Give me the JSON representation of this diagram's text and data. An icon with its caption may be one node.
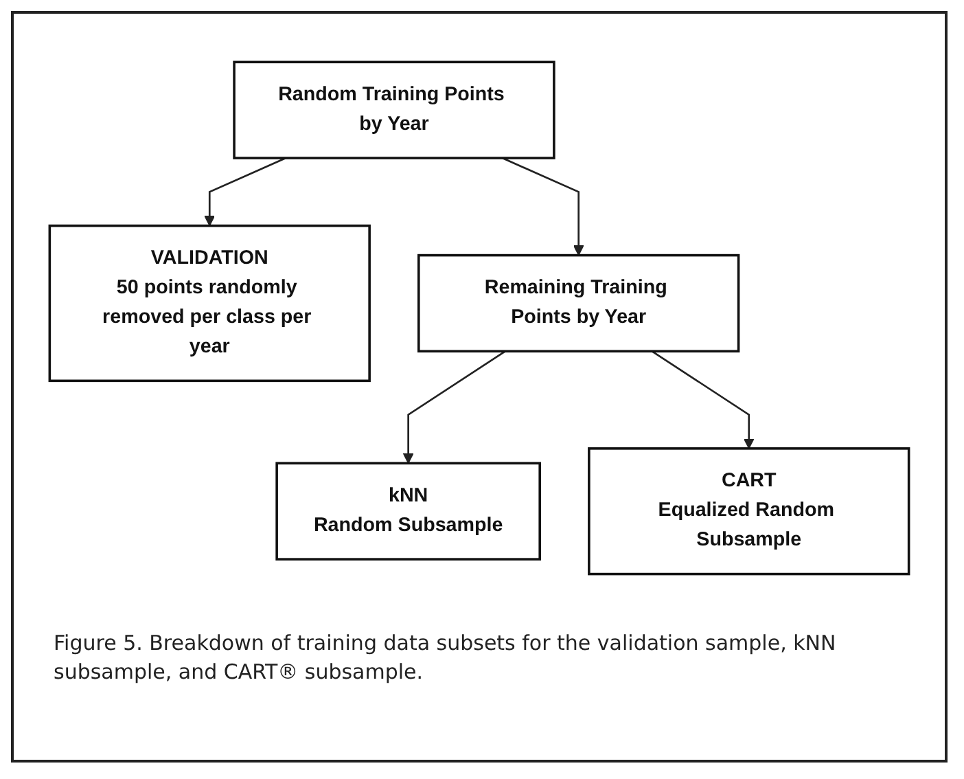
{
  "diagram": {
    "caption": "Figure 5. Breakdown of training data subsets for the validation sample, kNN subsample, and CART® subsample.",
    "nodes": [
      {
        "text": [
          "Random Training Points by Year"
        ]
      },
      {
        "text": [
          "VALIDATION",
          "50 points randomly removed per class per year"
        ]
      },
      {
        "text": [
          "Remaining Training Points by Year"
        ]
      },
      {
        "text": [
          "kNN",
          "Random Subsample"
        ]
      },
      {
        "text": [
          "CART",
          "Equalized Random Subsample"
        ]
      }
    ],
    "edges": [
      {
        "from": 0,
        "to": 1,
        "arrow": "to"
      },
      {
        "from": 0,
        "to": 2,
        "arrow": "to"
      },
      {
        "from": 2,
        "to": 3,
        "arrow": "to"
      },
      {
        "from": 2,
        "to": 4,
        "arrow": "to"
      }
    ]
  }
}
